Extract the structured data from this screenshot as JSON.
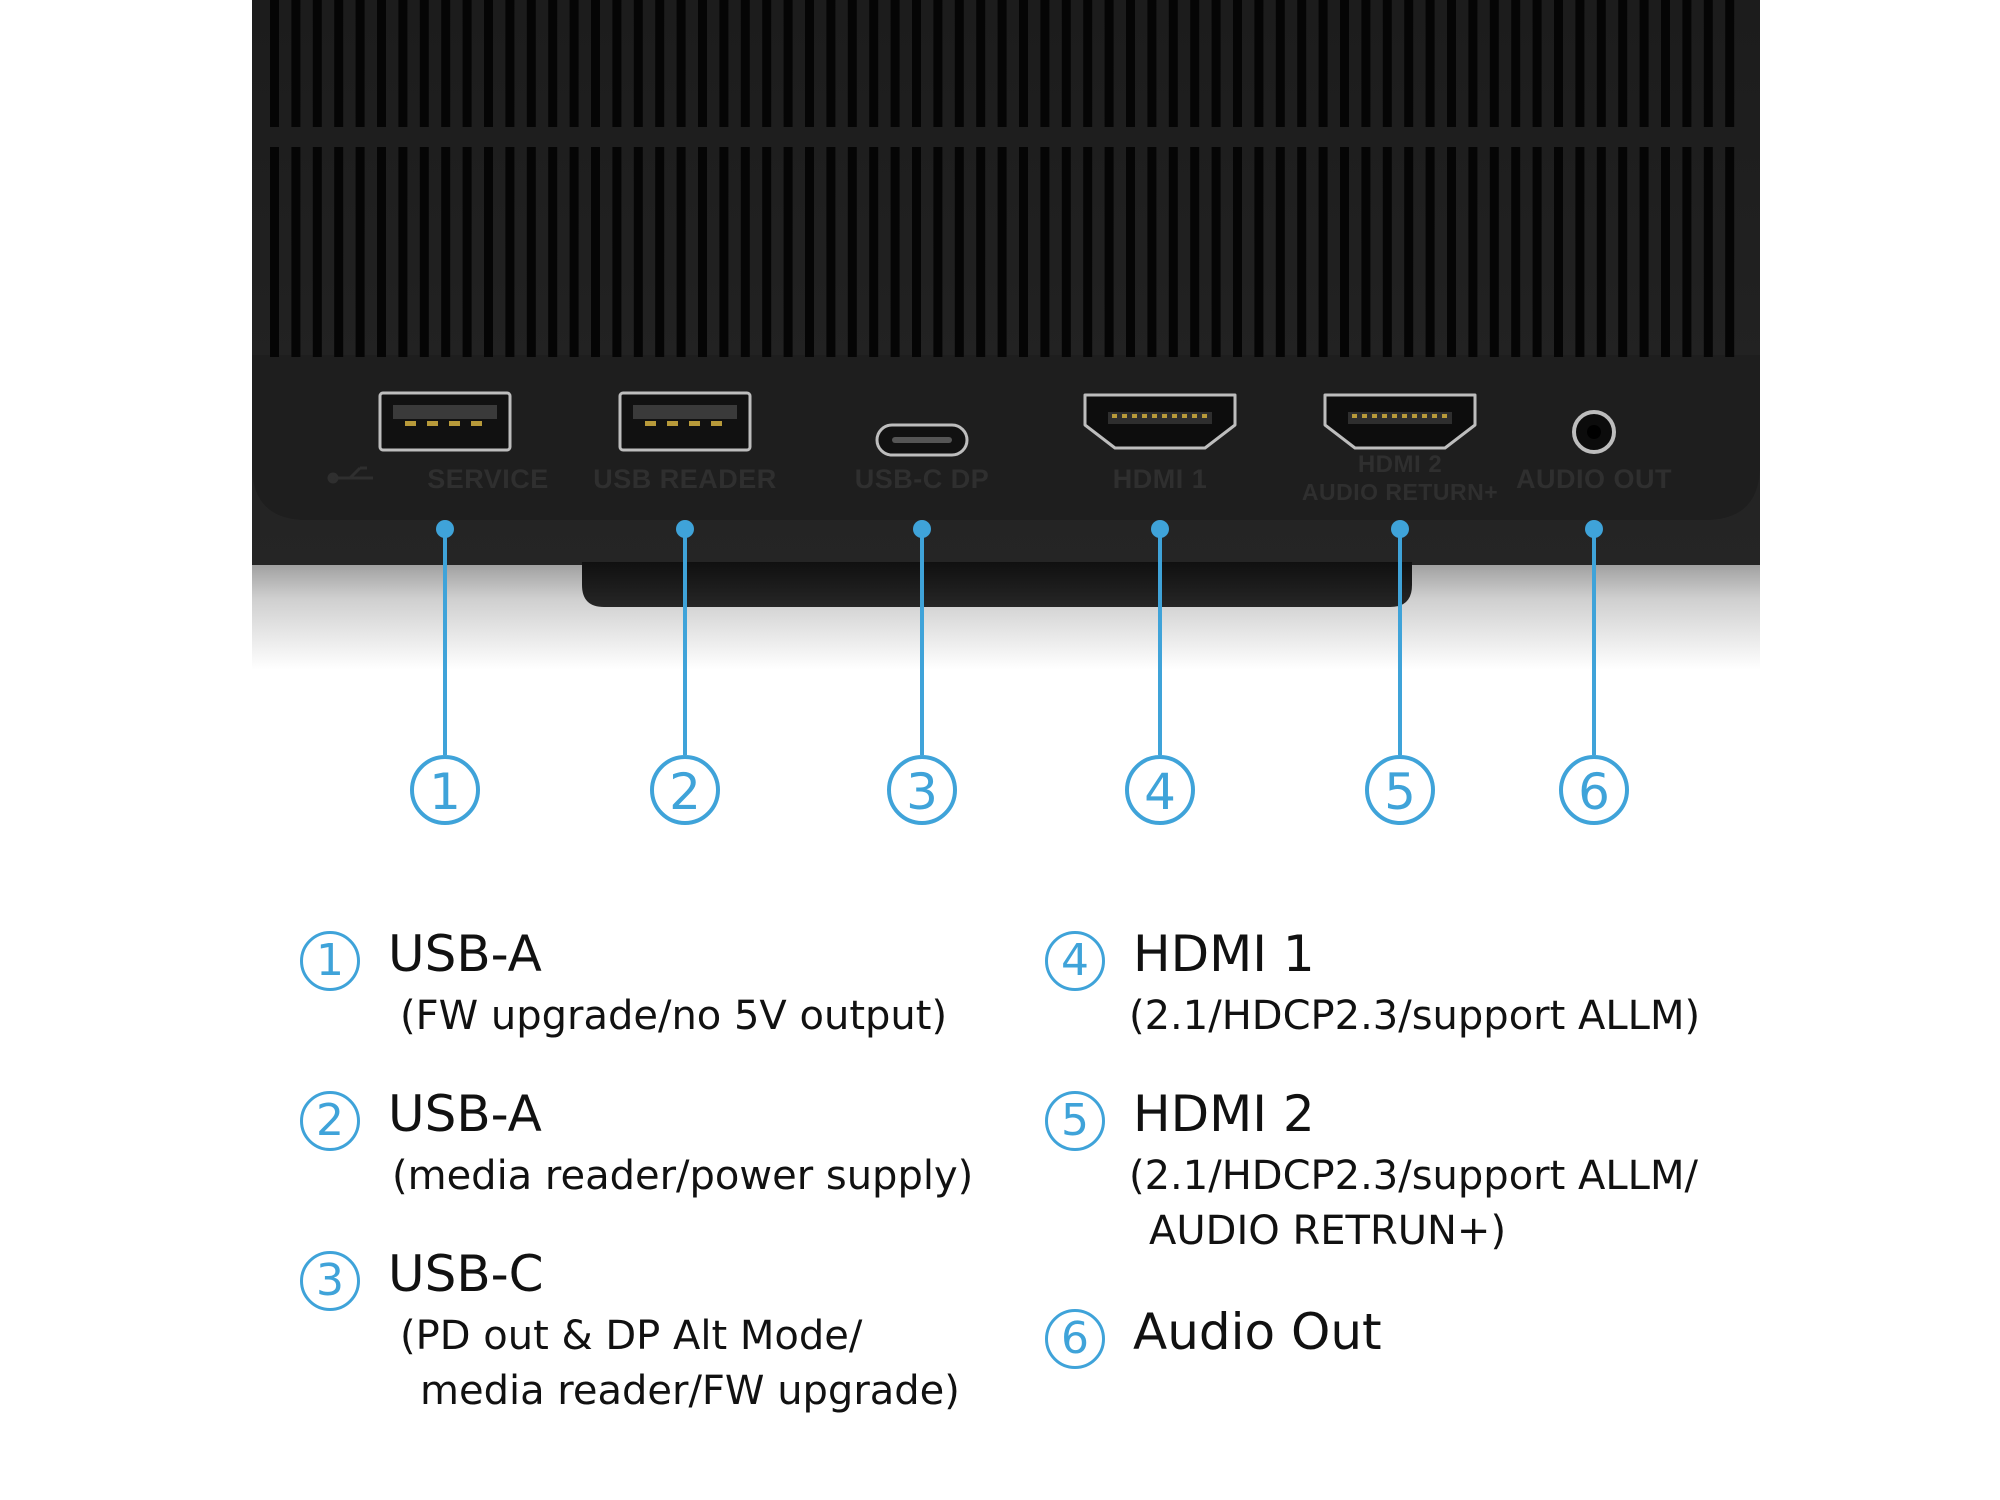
{
  "colors": {
    "accent": "#3fa3d9",
    "panel": "#1e1e1e",
    "port_label": "#2f2f2f"
  },
  "ports": [
    {
      "num": "1",
      "label": "SERVICE",
      "icon": "usb-symbol-icon",
      "kind": "usb-a"
    },
    {
      "num": "2",
      "label": "USB READER",
      "kind": "usb-a"
    },
    {
      "num": "3",
      "label": "USB-C DP",
      "kind": "usb-c"
    },
    {
      "num": "4",
      "label": "HDMI 1",
      "kind": "hdmi"
    },
    {
      "num": "5",
      "label": "HDMI 2",
      "label2": "AUDIO RETURN+",
      "kind": "hdmi"
    },
    {
      "num": "6",
      "label": "AUDIO OUT",
      "kind": "audio-jack"
    }
  ],
  "legend": [
    {
      "num": "1",
      "title": "USB-A",
      "desc": [
        "(FW upgrade/no 5V output)"
      ]
    },
    {
      "num": "2",
      "title": "USB-A",
      "desc": [
        "(media reader/power supply)"
      ]
    },
    {
      "num": "3",
      "title": "USB-C",
      "desc": [
        "(PD out & DP Alt Mode/",
        "media reader/FW upgrade)"
      ]
    },
    {
      "num": "4",
      "title": "HDMI 1",
      "desc": [
        "(2.1/HDCP2.3/support ALLM)"
      ]
    },
    {
      "num": "5",
      "title": "HDMI 2",
      "desc": [
        "(2.1/HDCP2.3/support ALLM/",
        "AUDIO RETRUN+)"
      ]
    },
    {
      "num": "6",
      "title": "Audio Out",
      "desc": []
    }
  ]
}
